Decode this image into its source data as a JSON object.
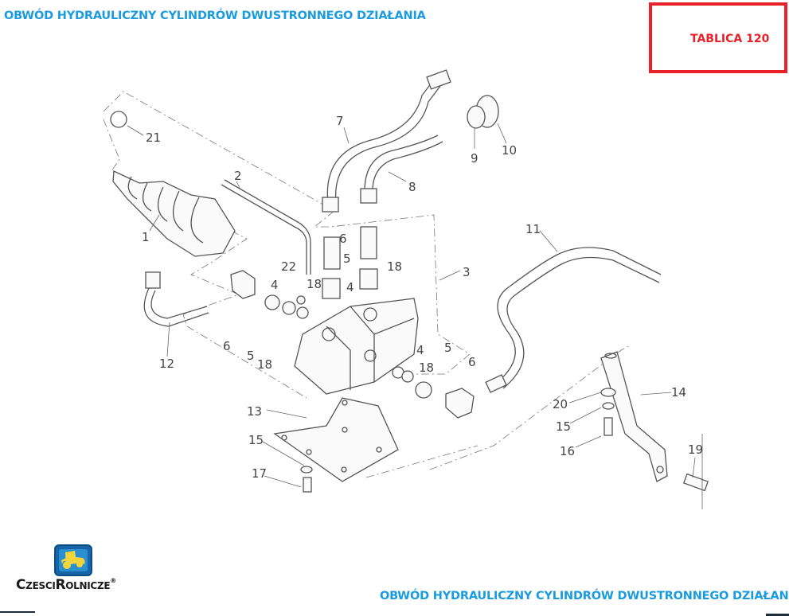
{
  "header": {
    "title": "OBWÓD HYDRAULICZNY CYLINDRÓW DWUSTRONNEGO DZIAŁANIA",
    "table_label": "TABLICA 120"
  },
  "footer": {
    "title": "OBWÓD HYDRAULICZNY CYLINDRÓW DWUSTRONNEGO DZIAŁANIA",
    "logo_text": "CzesciRolnicze",
    "logo_mark": "®"
  },
  "colors": {
    "title_blue": "#1a9be0",
    "table_red": "#e8202a",
    "logo_blue": "#1565a8",
    "logo_yellow": "#f2d53c"
  },
  "diagram": {
    "labels": [
      {
        "id": "1",
        "text": "1"
      },
      {
        "id": "2",
        "text": "2"
      },
      {
        "id": "3",
        "text": "3"
      },
      {
        "id": "4a",
        "text": "4"
      },
      {
        "id": "4b",
        "text": "4"
      },
      {
        "id": "4c",
        "text": "4"
      },
      {
        "id": "5a",
        "text": "5"
      },
      {
        "id": "5b",
        "text": "5"
      },
      {
        "id": "5c",
        "text": "5"
      },
      {
        "id": "6a",
        "text": "6"
      },
      {
        "id": "6b",
        "text": "6"
      },
      {
        "id": "6c",
        "text": "6"
      },
      {
        "id": "7",
        "text": "7"
      },
      {
        "id": "8",
        "text": "8"
      },
      {
        "id": "9",
        "text": "9"
      },
      {
        "id": "10",
        "text": "10"
      },
      {
        "id": "11",
        "text": "11"
      },
      {
        "id": "12",
        "text": "12"
      },
      {
        "id": "13",
        "text": "13"
      },
      {
        "id": "14",
        "text": "14"
      },
      {
        "id": "15a",
        "text": "15"
      },
      {
        "id": "15b",
        "text": "15"
      },
      {
        "id": "16",
        "text": "16"
      },
      {
        "id": "17",
        "text": "17"
      },
      {
        "id": "18a",
        "text": "18"
      },
      {
        "id": "18b",
        "text": "18"
      },
      {
        "id": "18c",
        "text": "18"
      },
      {
        "id": "18d",
        "text": "18"
      },
      {
        "id": "19",
        "text": "19"
      },
      {
        "id": "20",
        "text": "20"
      },
      {
        "id": "21",
        "text": "21"
      },
      {
        "id": "22",
        "text": "22"
      }
    ]
  }
}
